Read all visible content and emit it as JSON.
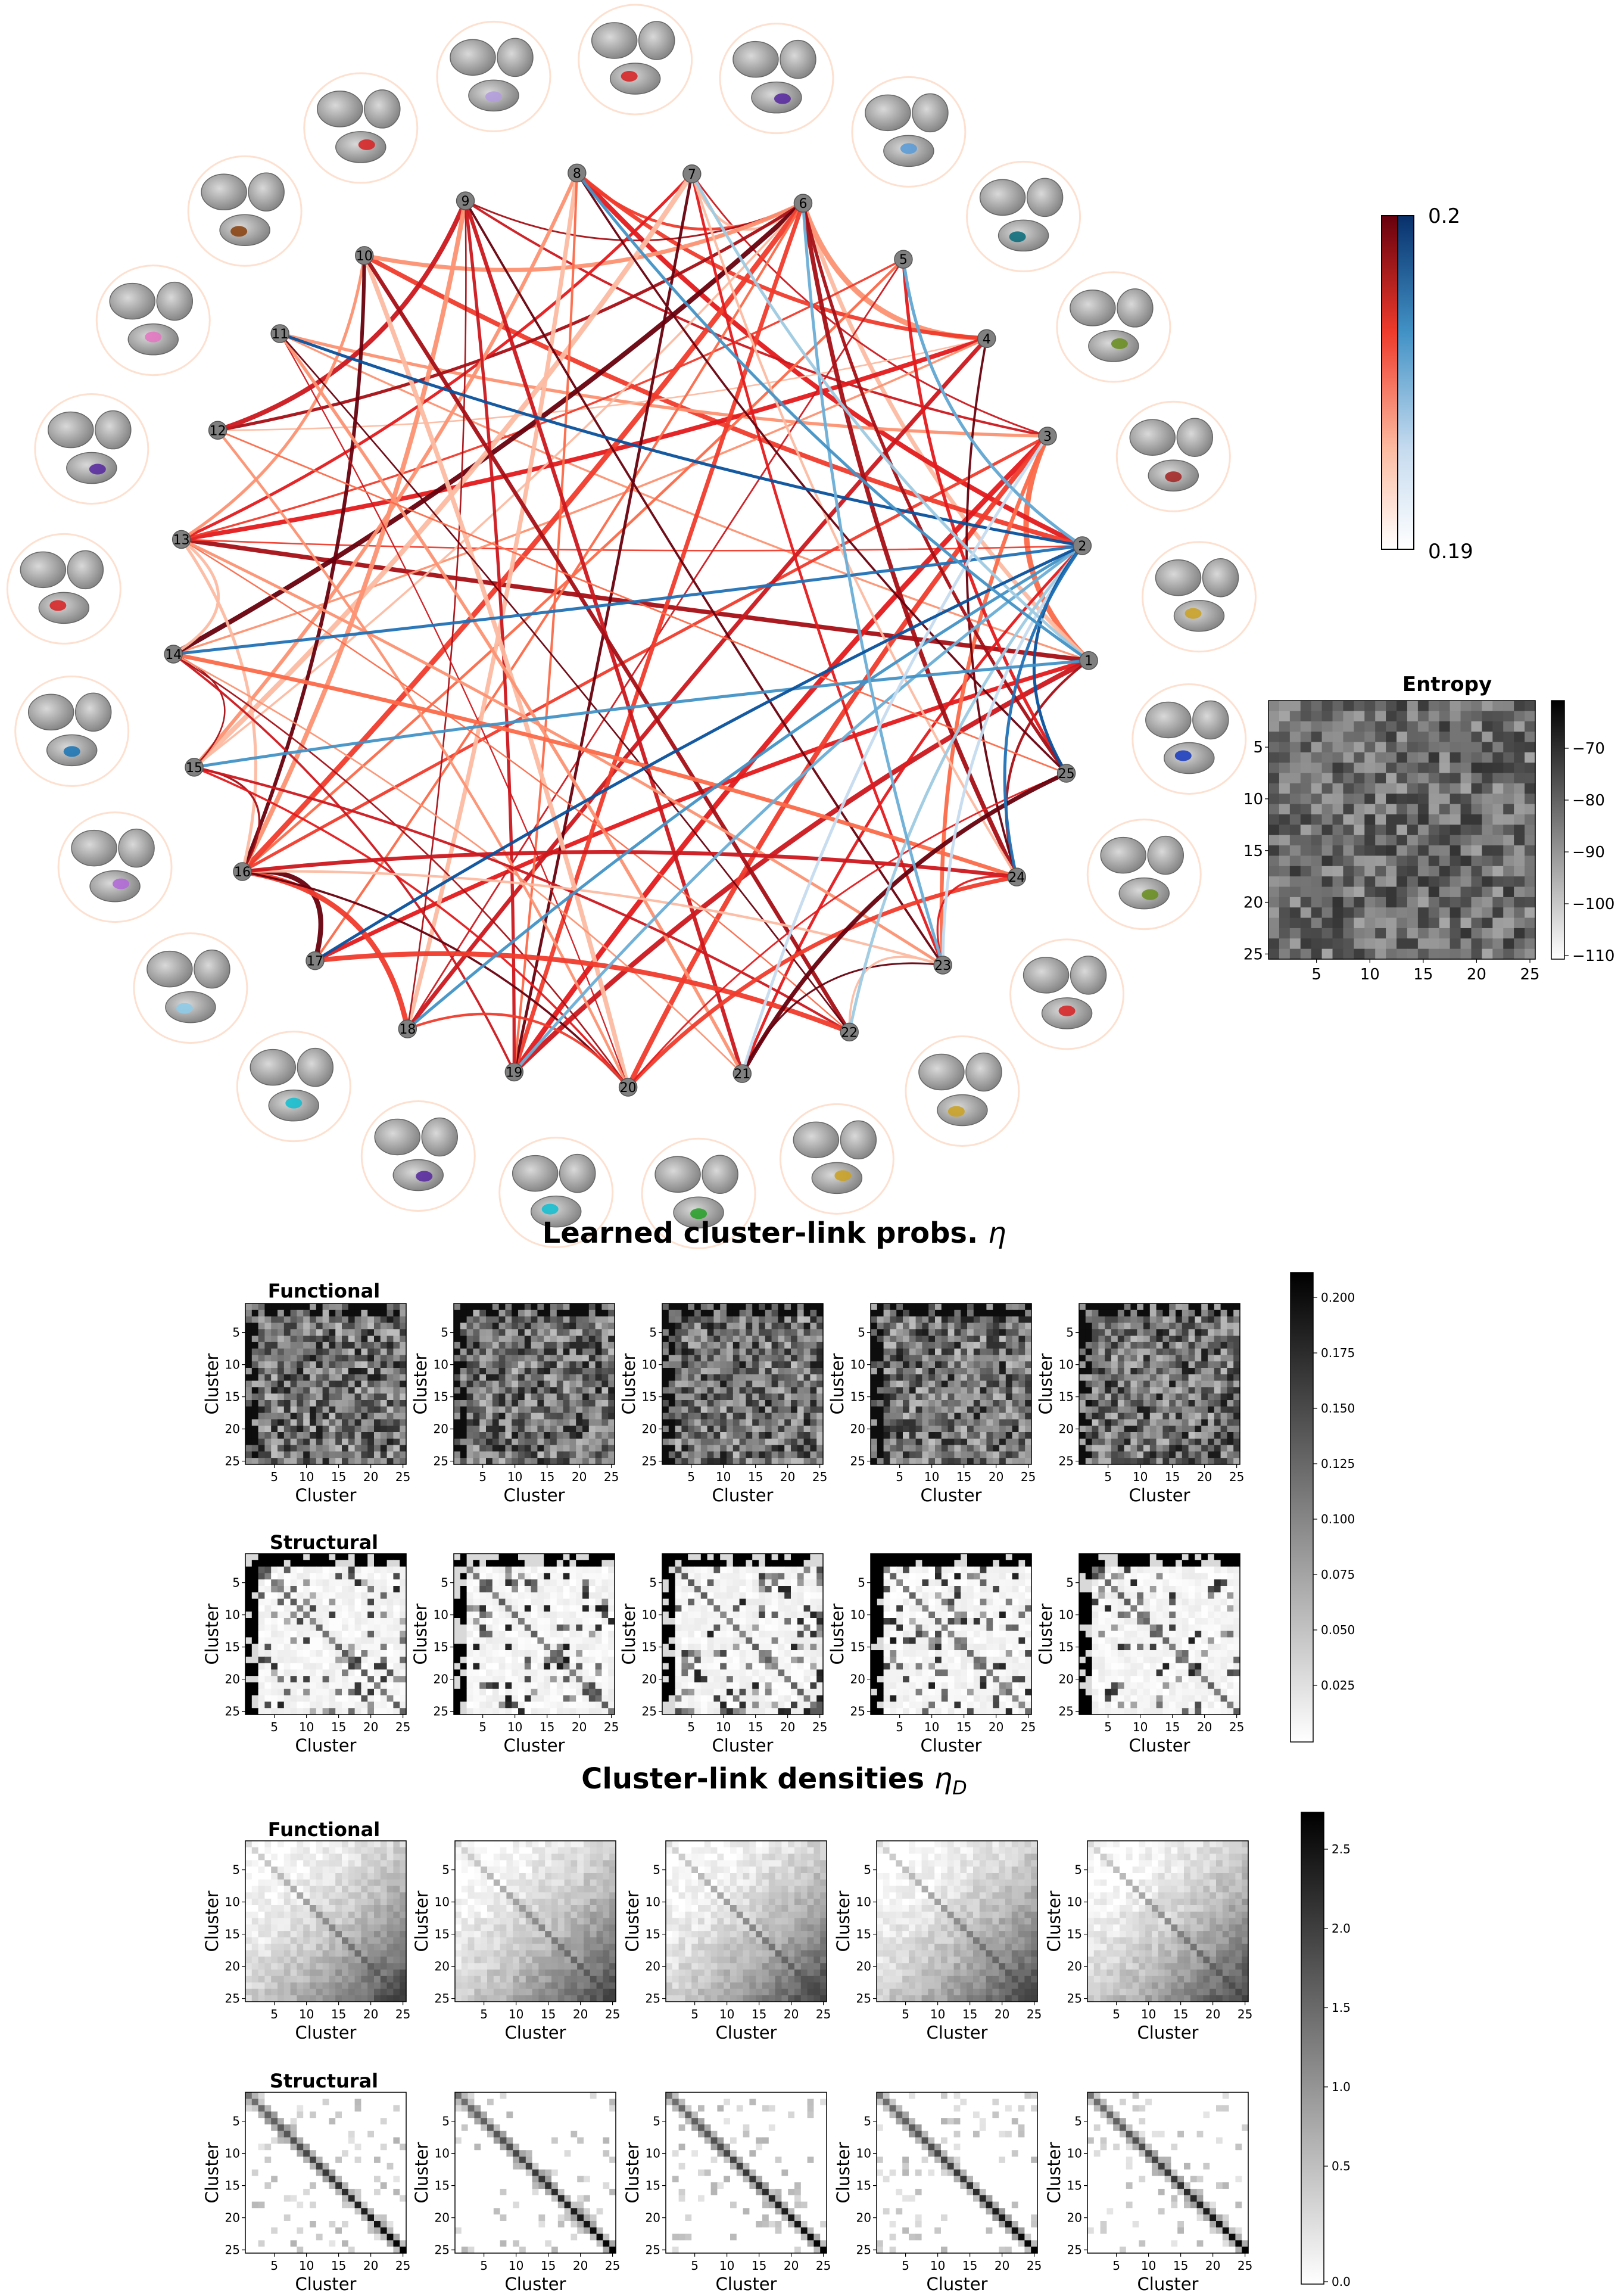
{
  "network": {
    "node_labels": [
      "1",
      "2",
      "3",
      "4",
      "5",
      "6",
      "7",
      "8",
      "9",
      "10",
      "11",
      "12",
      "13",
      "14",
      "15",
      "16",
      "17",
      "18",
      "19",
      "20",
      "21",
      "22",
      "23",
      "24",
      "25"
    ],
    "colorbar": {
      "max_label": "0.2",
      "min_label": "0.19",
      "colors": {
        "red_dark": "#67000d",
        "red_mid": "#d7191c",
        "red_light": "#fcbba1",
        "blue_dark": "#08306b",
        "blue_mid": "#3182bd",
        "blue_light": "#deebf7"
      }
    }
  },
  "entropy": {
    "title": "Entropy",
    "ticks_y": [
      "5",
      "10",
      "15",
      "20",
      "25"
    ],
    "ticks_x": [
      "5",
      "10",
      "15",
      "20",
      "25"
    ],
    "colorbar_ticks": [
      "−70",
      "−80",
      "−90",
      "−100",
      "−110"
    ]
  },
  "probs": {
    "title": "Learned cluster-link probs.",
    "symbol": "η",
    "functional_label": "Functional",
    "structural_label": "Structural",
    "axis_label": "Cluster",
    "colorbar_ticks": [
      "0.200",
      "0.175",
      "0.150",
      "0.125",
      "0.100",
      "0.075",
      "0.050",
      "0.025"
    ]
  },
  "dens": {
    "title": "Cluster-link densities",
    "symbol": "η",
    "subscript": "D",
    "functional_label": "Functional",
    "structural_label": "Structural",
    "axis_label": "Cluster",
    "colorbar_ticks": [
      "2.5",
      "2.0",
      "1.5",
      "1.0",
      "0.5",
      "0.0"
    ]
  },
  "matrix_ticks": [
    "5",
    "10",
    "15",
    "20",
    "25"
  ]
}
